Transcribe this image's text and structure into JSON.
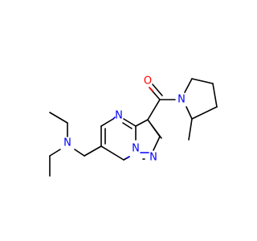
{
  "colors": {
    "background": "#ffffff",
    "carbon_bond": "#000000",
    "nitrogen": "#0000ff",
    "oxygen": "#ff0000"
  },
  "atoms": {
    "n_amine": "N",
    "n_pyrimidine": "N",
    "n_bridgehead": "N",
    "n_pyrazole": "N",
    "n_pyrrolidine": "N",
    "o_carbonyl": "O"
  }
}
